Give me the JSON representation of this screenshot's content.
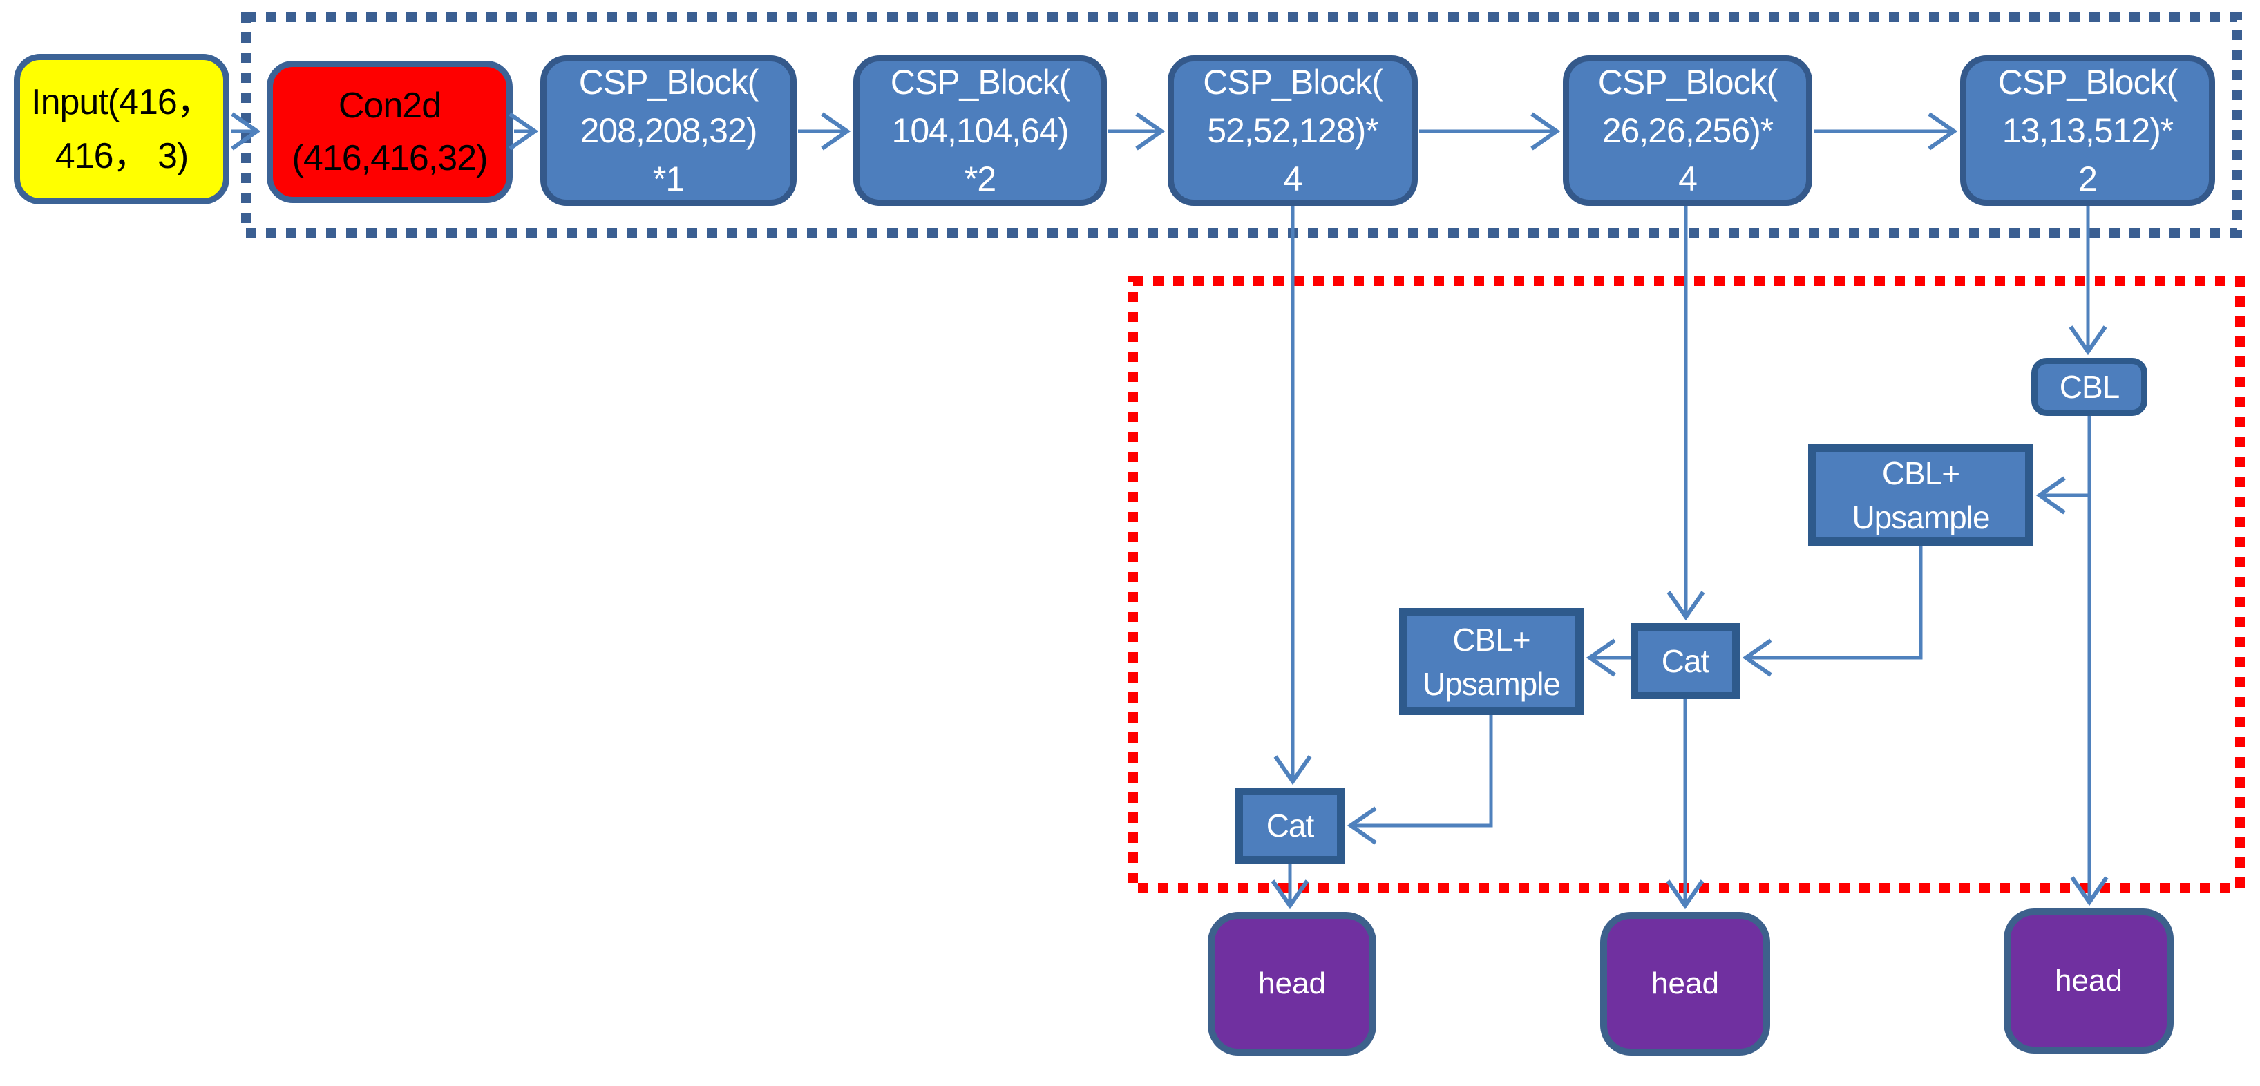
{
  "diagram": {
    "description_visible_text_only": "",
    "nodes": {
      "input": {
        "line1": "Input(416，",
        "line2": "416， 3)"
      },
      "con2d": {
        "line1": "Con2d",
        "line2": "(416,416,32)"
      },
      "csp1": {
        "line1": "CSP_Block(",
        "line2": "208,208,32)",
        "line3": "*1"
      },
      "csp2": {
        "line1": "CSP_Block(",
        "line2": "104,104,64)",
        "line3": "*2"
      },
      "csp3": {
        "line1": "CSP_Block(",
        "line2": "52,52,128)*",
        "line3": "4"
      },
      "csp4": {
        "line1": "CSP_Block(",
        "line2": "26,26,256)*",
        "line3": "4"
      },
      "csp5": {
        "line1": "CSP_Block(",
        "line2": "13,13,512)*",
        "line3": "2"
      },
      "cbl": {
        "label": "CBL"
      },
      "cbl_upsample_right": {
        "line1": "CBL+",
        "line2": "Upsample"
      },
      "cbl_upsample_middle": {
        "line1": "CBL+",
        "line2": "Upsample"
      },
      "cat_right": {
        "label": "Cat"
      },
      "cat_left": {
        "label": "Cat"
      },
      "head_left": {
        "label": "head"
      },
      "head_middle": {
        "label": "head"
      },
      "head_right": {
        "label": "head"
      }
    },
    "colors": {
      "input_fill": "#FFFF00",
      "con2d_fill": "#FE0000",
      "block_fill": "#4D7EBD",
      "block_border": "#34598B",
      "head_fill": "#7030A0",
      "arrow": "#4F81BD",
      "backbone_group_outline": "#3B5F92",
      "neck_group_outline": "#FF0000"
    }
  }
}
